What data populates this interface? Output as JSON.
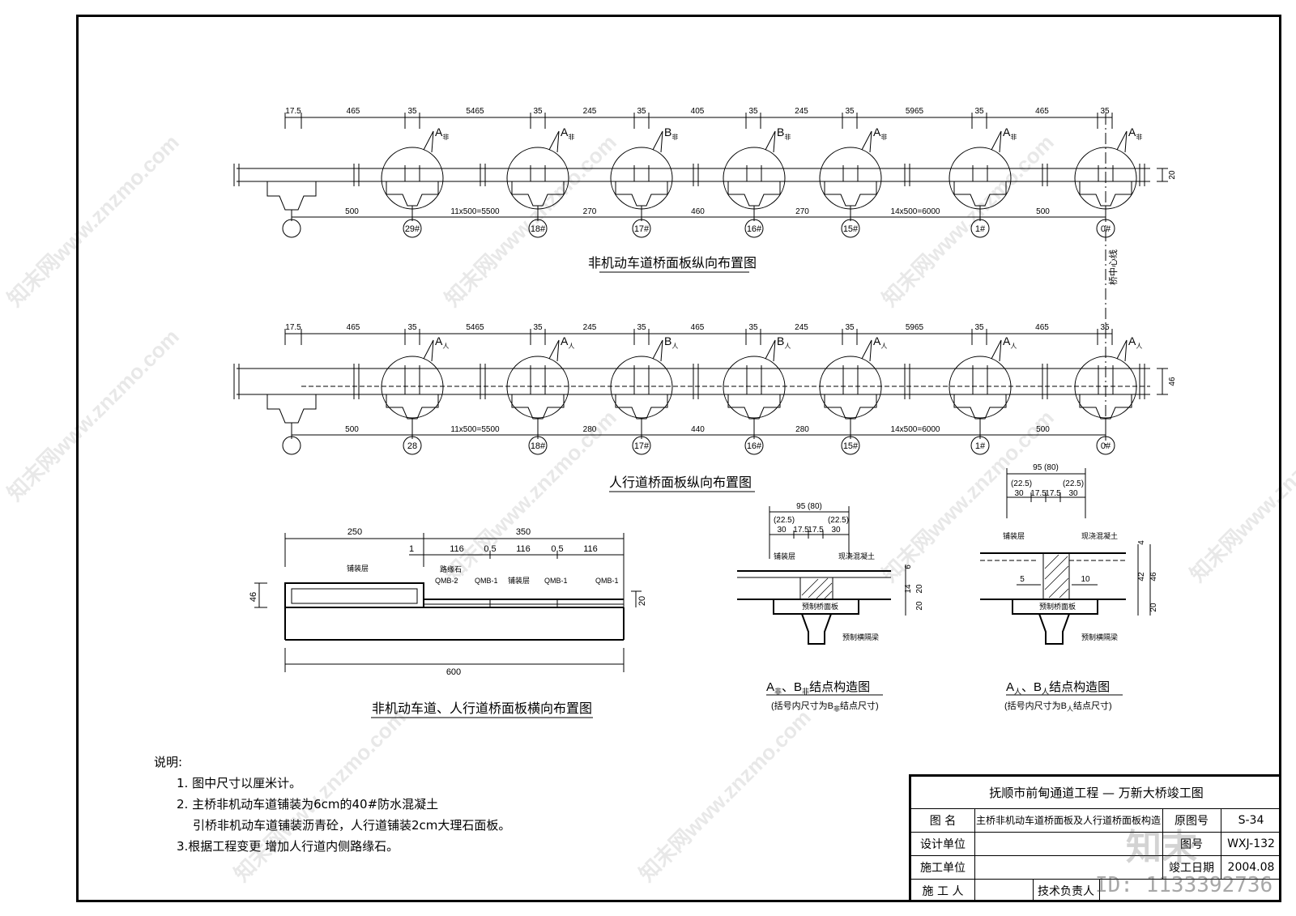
{
  "plans": {
    "top": {
      "title": "非机动车道桥面板纵向布置图",
      "dims_top": [
        "17.5",
        "465",
        "35",
        "5465",
        "35",
        "245",
        "35",
        "405",
        "35",
        "245",
        "35",
        "5965",
        "35",
        "465",
        "35"
      ],
      "dims_bottom": [
        "500",
        "11x500=5500",
        "270",
        "460",
        "270",
        "14x500=6000",
        "500"
      ],
      "node_labels": [
        "A",
        "A",
        "B",
        "B",
        "A",
        "A",
        "A"
      ],
      "node_sub": "非",
      "piers": [
        "29#",
        "18#",
        "17#",
        "16#",
        "15#",
        "1#",
        "0#"
      ],
      "thickness": "20"
    },
    "bottom": {
      "title": "人行道桥面板纵向布置图",
      "dims_top": [
        "17.5",
        "465",
        "35",
        "5465",
        "35",
        "245",
        "35",
        "465",
        "35",
        "245",
        "35",
        "5965",
        "35",
        "465",
        "35"
      ],
      "dims_bottom": [
        "500",
        "11x500=5500",
        "280",
        "440",
        "280",
        "14x500=6000",
        "500"
      ],
      "node_labels": [
        "A",
        "A",
        "B",
        "B",
        "A",
        "A",
        "A"
      ],
      "node_sub": "人",
      "piers": [
        "28",
        "18#",
        "17#",
        "16#",
        "15#",
        "1#",
        "0#"
      ],
      "thickness": "46"
    },
    "centerline_label": "桥中心线"
  },
  "cross_section": {
    "title": "非机动车道、人行道桥面板横向布置图",
    "dims": [
      "250",
      "350",
      "1",
      "116",
      "0.5",
      "116",
      "0.5",
      "116",
      "600",
      "46",
      "20"
    ],
    "labels": [
      "铺装层",
      "路缘石",
      "QMB-2",
      "QMB-1",
      "铺装层",
      "QMB-1",
      "QMB-1"
    ]
  },
  "detail_a": {
    "title": "A",
    "title_sub": "非",
    "title_mid": "、B",
    "title_end": "结点构造图",
    "note": "(括号内尺寸为B",
    "note_sub": "非",
    "note_end": "结点尺寸)",
    "dims": [
      "95 (80)",
      "(22.5)",
      "(22.5)",
      "30",
      "17.5",
      "17.5",
      "30",
      "6",
      "14",
      "20",
      "20"
    ],
    "labels": [
      "铺装层",
      "现浇混凝土",
      "预制桥面板",
      "预制横隔梁"
    ]
  },
  "detail_b": {
    "title": "A",
    "title_sub": "人",
    "title_mid": "、B",
    "title_end": "结点构造图",
    "note": "(括号内尺寸为B",
    "note_sub": "人",
    "note_end": "结点尺寸)",
    "dims": [
      "95 (80)",
      "(22.5)",
      "(22.5)",
      "30",
      "17.5",
      "17.5",
      "30",
      "4",
      "42",
      "46",
      "20",
      "5",
      "10"
    ],
    "labels": [
      "铺装层",
      "现浇混凝土",
      "预制桥面板",
      "预制横隔梁"
    ]
  },
  "notes": {
    "heading": "说明:",
    "items": [
      "1. 图中尺寸以厘米计。",
      "2. 主桥非机动车道铺装为6cm的40#防水混凝土",
      "引桥非机动车道铺装沥青砼，人行道铺装2cm大理石面板。",
      "3.根据工程变更   增加人行道内侧路缘石。"
    ]
  },
  "title_block": {
    "project": "抚顺市前甸通道工程 — 万新大桥竣工图",
    "row_name_label": "图    名",
    "drawing_name": "主桥非机动车道桥面板及人行道桥面板构造",
    "orig_no_label": "原图号",
    "orig_no": "S-34",
    "design_unit_label": "设计单位",
    "drawing_no_label": "图号",
    "drawing_no": "WXJ-132",
    "construction_unit_label": "施工单位",
    "completion_date_label": "竣工日期",
    "completion_date": "2004.08",
    "builder_label": "施 工 人",
    "tech_lead_label": "技术负责人"
  },
  "watermark": {
    "brand": "知末",
    "id": "ID: 1133392736",
    "site": "知末网www.znzmo.com"
  }
}
